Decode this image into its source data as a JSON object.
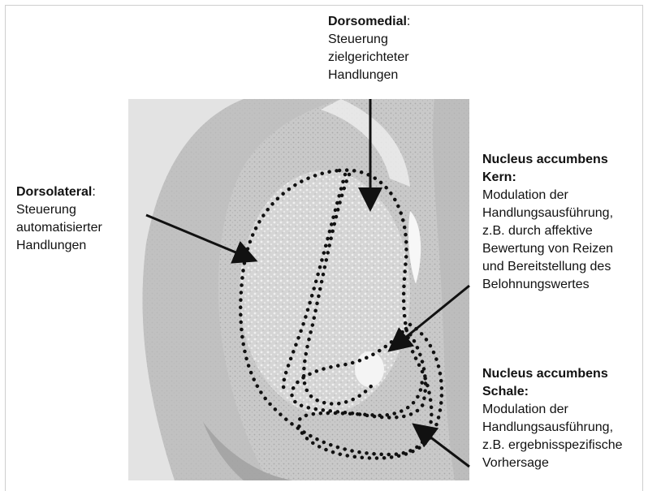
{
  "labels": {
    "dorsomedial": {
      "title": "Dorsomedial",
      "colon": ":",
      "lines": [
        "Steuerung",
        "zielgerichteter",
        "Handlungen"
      ]
    },
    "dorsolateral": {
      "title": "Dorsolateral",
      "colon": ":",
      "lines": [
        "Steuerung",
        "automatisierter",
        "Handlungen"
      ]
    },
    "nac_core": {
      "title_line1": "Nucleus accumbens",
      "title_line2": "Kern:",
      "lines": [
        "Modulation der",
        "Handlungsausführung,",
        "z.B. durch affektive",
        "Bewertung von Reizen",
        "und Bereitstellung des",
        "Belohnungswertes"
      ]
    },
    "nac_shell": {
      "title_line1": "Nucleus accumbens",
      "title_line2": "Schale:",
      "lines": [
        "Modulation der",
        "Handlungsausführung,",
        "z.B. ergebnisspezifische",
        "Vorhersage"
      ]
    }
  }
}
